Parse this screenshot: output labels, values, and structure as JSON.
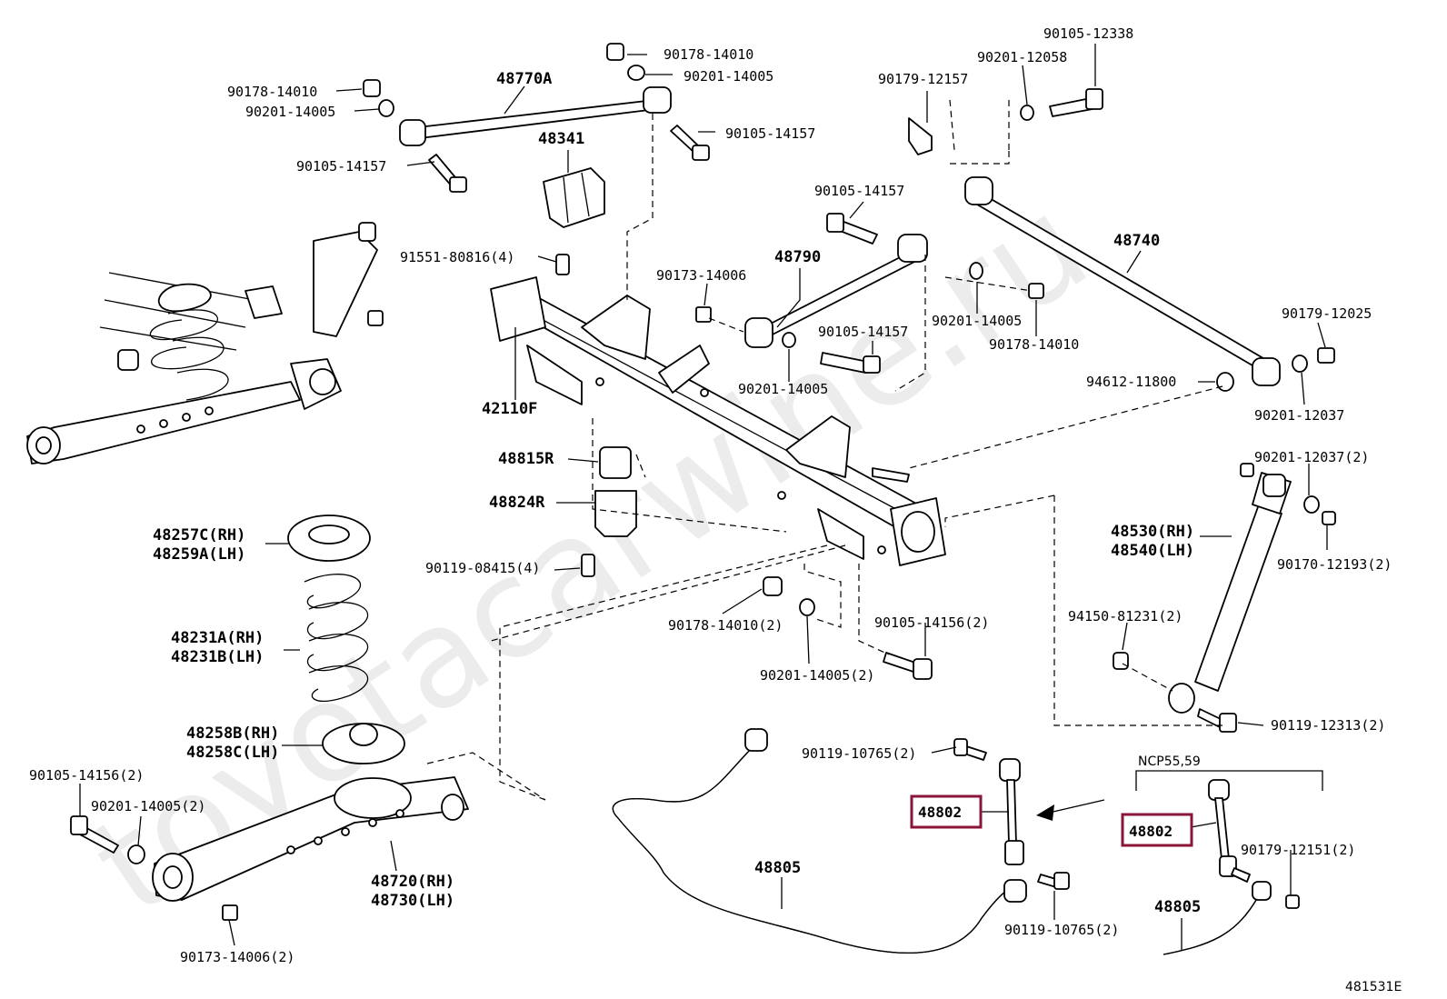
{
  "watermark": "toyotacarwine.ru",
  "variant_label": "NCP55,59",
  "figure_code": "481531E",
  "labels": {
    "l_90178_14010_a": "90178-14010",
    "l_90201_14005_a": "90201-14005",
    "l_90105_14157_a": "90105-14157",
    "l_48770A": "48770A",
    "l_90178_14010_b": "90178-14010",
    "l_90201_14005_b": "90201-14005",
    "l_90105_14157_b": "90105-14157",
    "l_48341": "48341",
    "l_91551_80816": "91551-80816(4)",
    "l_90179_12157": "90179-12157",
    "l_90201_12058": "90201-12058",
    "l_90105_12338": "90105-12338",
    "l_90105_14157_c": "90105-14157",
    "l_48790": "48790",
    "l_90173_14006_a": "90173-14006",
    "l_48740": "48740",
    "l_90201_14005_c": "90201-14005",
    "l_90178_14010_c": "90178-14010",
    "l_90105_14157_d": "90105-14157",
    "l_90201_14005_d": "90201-14005",
    "l_90179_12025": "90179-12025",
    "l_94612_11800": "94612-11800",
    "l_90201_12037_a": "90201-12037",
    "l_42110F": "42110F",
    "l_48815R": "48815R",
    "l_48824R": "48824R",
    "l_90119_08415": "90119-08415(4)",
    "l_48257C": "48257C(RH)",
    "l_48259A": "48259A(LH)",
    "l_48231A": "48231A(RH)",
    "l_48231B": "48231B(LH)",
    "l_90201_12037_b": "90201-12037(2)",
    "l_48530": "48530(RH)",
    "l_48540": "48540(LH)",
    "l_90170_12193": "90170-12193(2)",
    "l_90178_14010_d": "90178-14010(2)",
    "l_90105_14156_a": "90105-14156(2)",
    "l_90201_14005_e": "90201-14005(2)",
    "l_94150_81231": "94150-81231(2)",
    "l_90119_12313": "90119-12313(2)",
    "l_48258B": "48258B(RH)",
    "l_48258C": "48258C(LH)",
    "l_90119_10765_a": "90119-10765(2)",
    "l_90105_14156_b": "90105-14156(2)",
    "l_90201_14005_f": "90201-14005(2)",
    "l_48802_a": "48802",
    "l_48802_b": "48802",
    "l_90179_12151": "90179-12151(2)",
    "l_48805_a": "48805",
    "l_48805_b": "48805",
    "l_48720": "48720(RH)",
    "l_48730": "48730(LH)",
    "l_90119_10765_b": "90119-10765(2)",
    "l_90173_14006_b": "90173-14006(2)"
  },
  "colors": {
    "highlight": "#8a1538",
    "ink": "#000000",
    "watermark": "#ececec"
  }
}
